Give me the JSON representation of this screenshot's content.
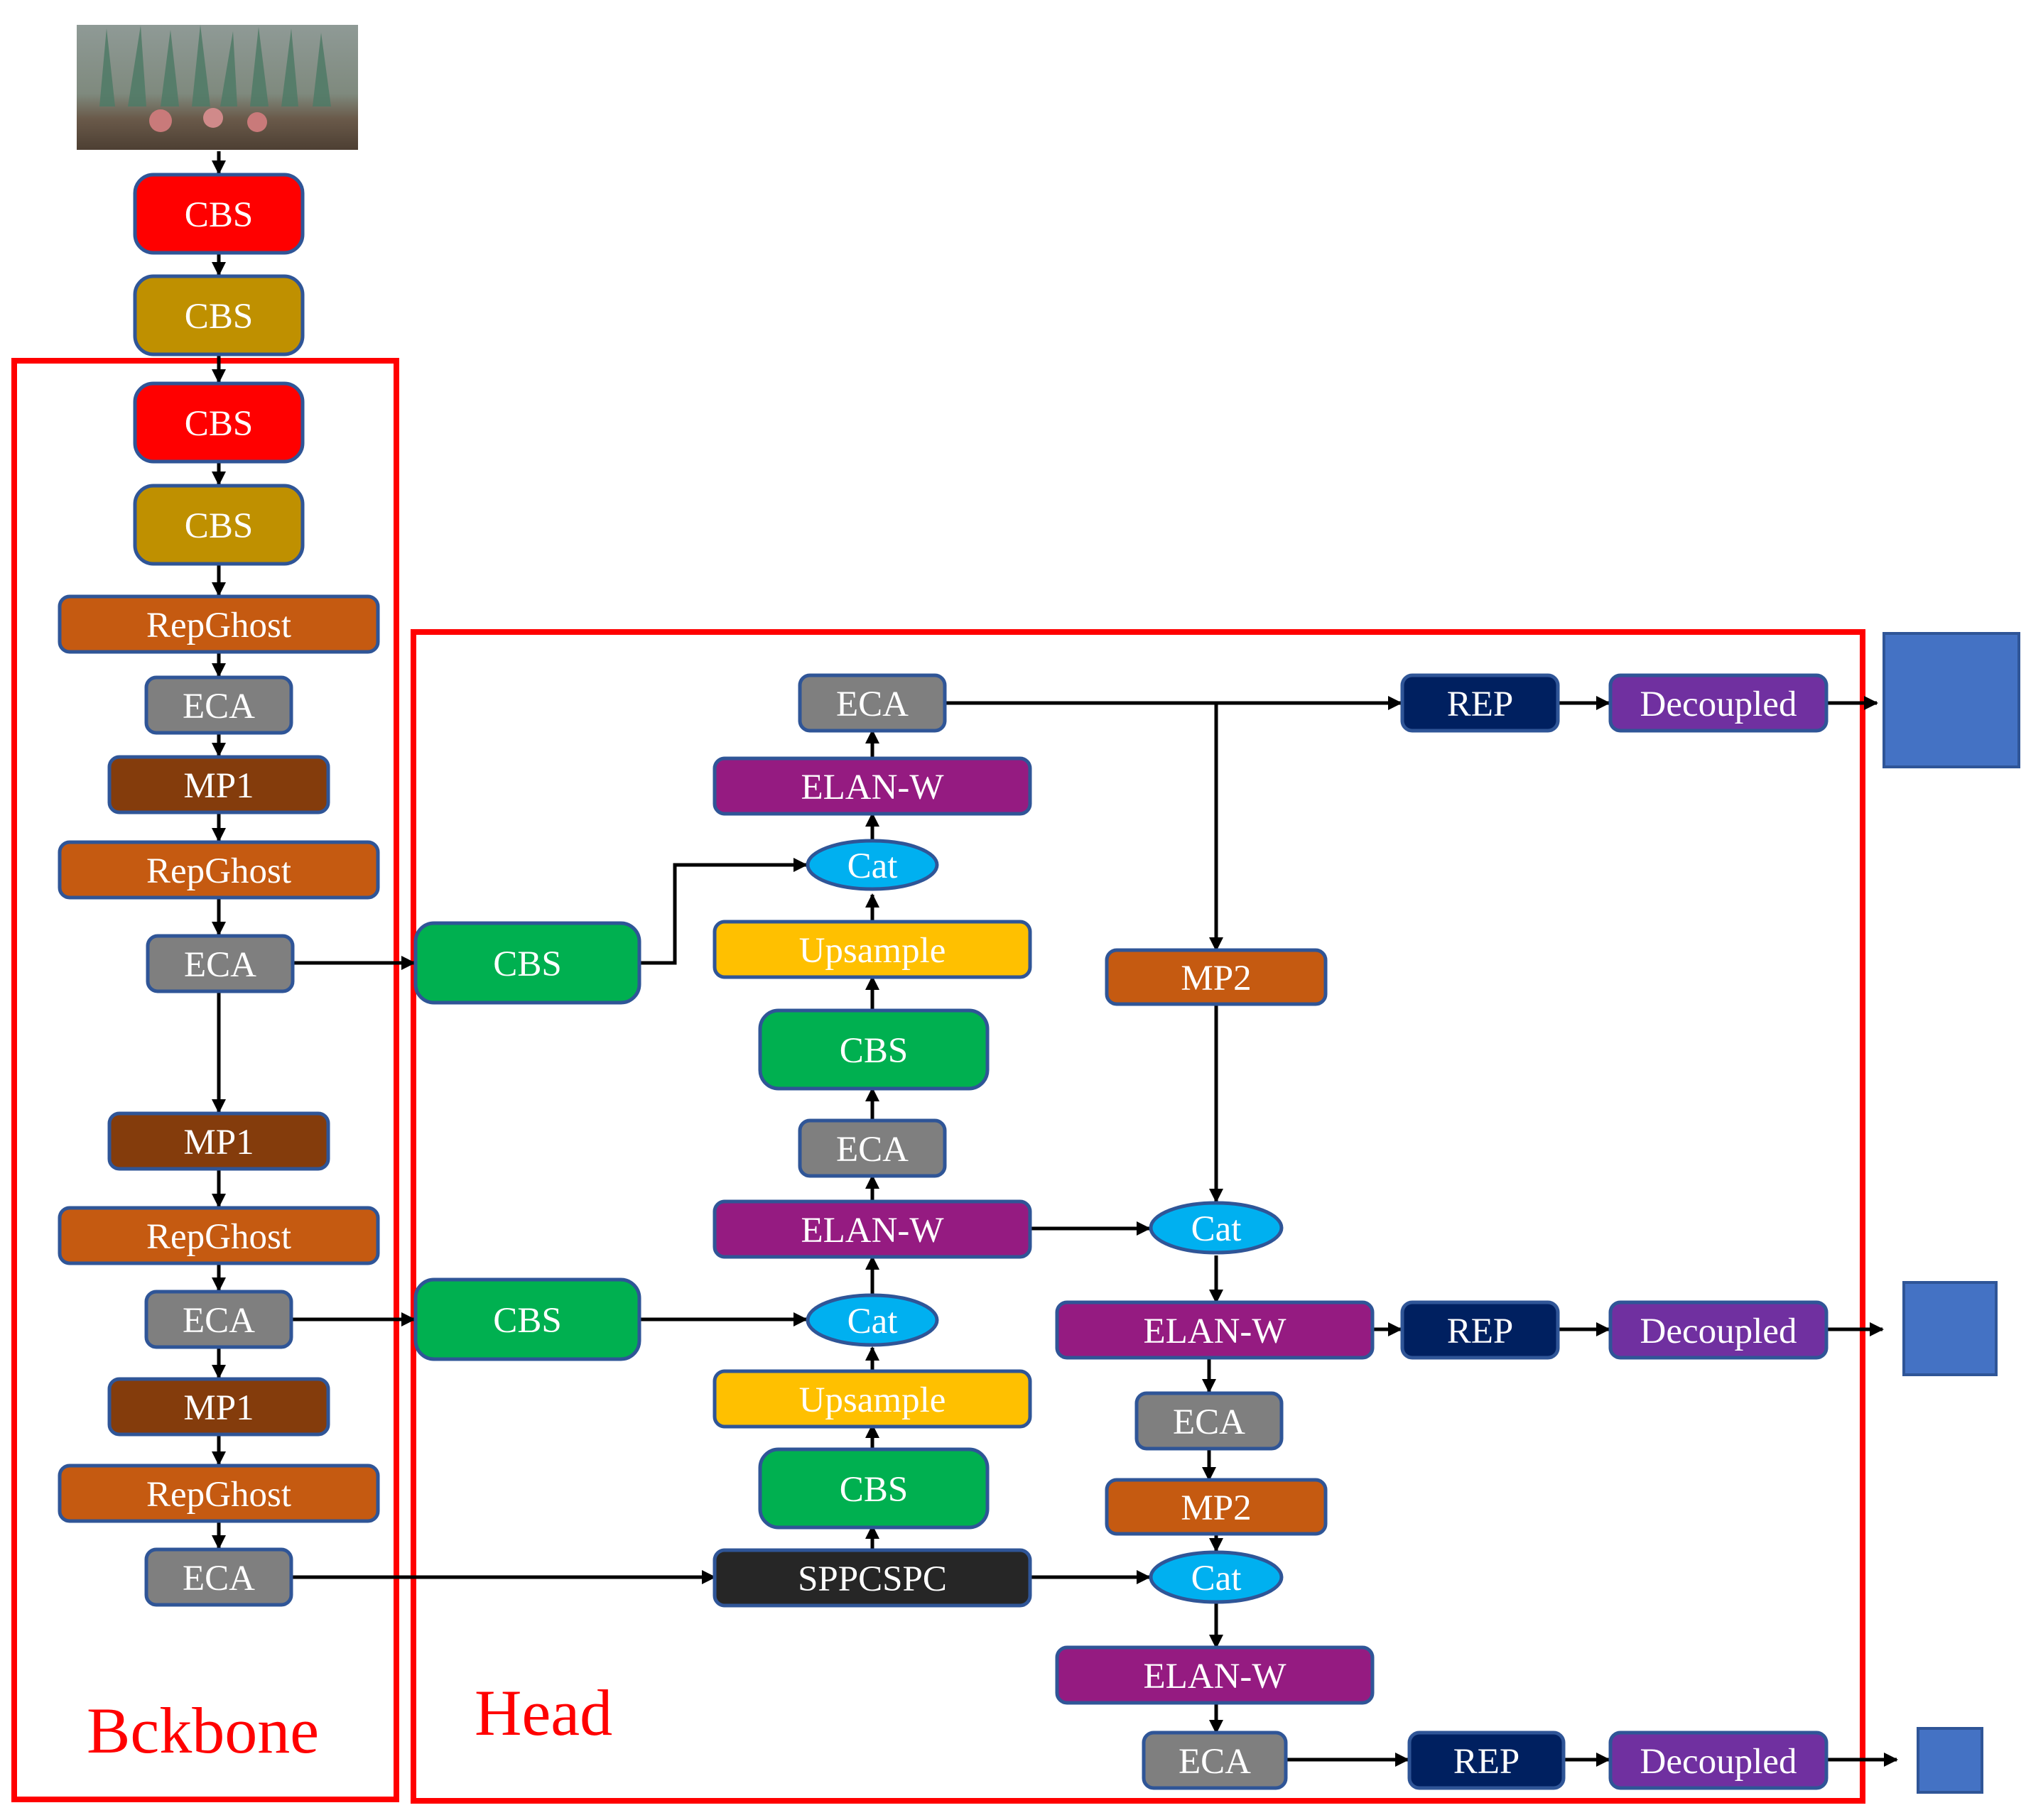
{
  "palette": {
    "cbs_red": "#ff0000",
    "cbs_gold": "#bf9000",
    "repghost": "#c55a11",
    "eca": "#7f7f7f",
    "mp1": "#843c0c",
    "mp2": "#c55a11",
    "cbs_green": "#00b050",
    "elan_w": "#951b81",
    "cat": "#00b0f0",
    "upsample": "#ffc000",
    "sppcspc": "#262626",
    "rep": "#002060",
    "decoupled": "#7030a0",
    "output": "#4472c4",
    "node_border": "#2f5597",
    "region_border": "#ff0000",
    "edge": "#000000"
  },
  "input_image": {
    "icon": "plant-photo-thumbnail"
  },
  "regions": {
    "backbone": {
      "label": "Bckbone"
    },
    "head": {
      "label": "Head"
    }
  },
  "nodes": [
    {
      "id": "stem_cbs1",
      "label": "CBS",
      "type": "cbs_red"
    },
    {
      "id": "stem_cbs2",
      "label": "CBS",
      "type": "cbs_gold"
    },
    {
      "id": "bb_cbs1",
      "label": "CBS",
      "type": "cbs_red"
    },
    {
      "id": "bb_cbs2",
      "label": "CBS",
      "type": "cbs_gold"
    },
    {
      "id": "bb_repghost1",
      "label": "RepGhost",
      "type": "repghost"
    },
    {
      "id": "bb_eca1",
      "label": "ECA",
      "type": "eca"
    },
    {
      "id": "bb_mp1_1",
      "label": "MP1",
      "type": "mp1"
    },
    {
      "id": "bb_repghost2",
      "label": "RepGhost",
      "type": "repghost"
    },
    {
      "id": "bb_eca2",
      "label": "ECA",
      "type": "eca"
    },
    {
      "id": "bb_mp1_2",
      "label": "MP1",
      "type": "mp1"
    },
    {
      "id": "bb_repghost3",
      "label": "RepGhost",
      "type": "repghost"
    },
    {
      "id": "bb_eca3",
      "label": "ECA",
      "type": "eca"
    },
    {
      "id": "bb_mp1_3",
      "label": "MP1",
      "type": "mp1"
    },
    {
      "id": "bb_repghost4",
      "label": "RepGhost",
      "type": "repghost"
    },
    {
      "id": "bb_eca4",
      "label": "ECA",
      "type": "eca"
    },
    {
      "id": "hd_cbs_a",
      "label": "CBS",
      "type": "cbs_green"
    },
    {
      "id": "hd_cbs_b",
      "label": "CBS",
      "type": "cbs_green"
    },
    {
      "id": "hd_eca_top",
      "label": "ECA",
      "type": "eca"
    },
    {
      "id": "hd_elanw_top",
      "label": "ELAN-W",
      "type": "elan_w"
    },
    {
      "id": "hd_cat_top",
      "label": "Cat",
      "type": "cat",
      "shape": "ellipse"
    },
    {
      "id": "hd_upsample_top",
      "label": "Upsample",
      "type": "upsample"
    },
    {
      "id": "hd_cbs_mid",
      "label": "CBS",
      "type": "cbs_green"
    },
    {
      "id": "hd_eca_mid",
      "label": "ECA",
      "type": "eca"
    },
    {
      "id": "hd_elanw_mid",
      "label": "ELAN-W",
      "type": "elan_w"
    },
    {
      "id": "hd_cat_mid",
      "label": "Cat",
      "type": "cat",
      "shape": "ellipse"
    },
    {
      "id": "hd_upsample_low",
      "label": "Upsample",
      "type": "upsample"
    },
    {
      "id": "hd_cbs_low",
      "label": "CBS",
      "type": "cbs_green"
    },
    {
      "id": "hd_sppcspc",
      "label": "SPPCSPC",
      "type": "sppcspc"
    },
    {
      "id": "hd_mp2_top",
      "label": "MP2",
      "type": "mp2"
    },
    {
      "id": "hd_cat_r1",
      "label": "Cat",
      "type": "cat",
      "shape": "ellipse"
    },
    {
      "id": "hd_elanw_r1",
      "label": "ELAN-W",
      "type": "elan_w"
    },
    {
      "id": "hd_eca_r1",
      "label": "ECA",
      "type": "eca"
    },
    {
      "id": "hd_mp2_low",
      "label": "MP2",
      "type": "mp2"
    },
    {
      "id": "hd_cat_r2",
      "label": "Cat",
      "type": "cat",
      "shape": "ellipse"
    },
    {
      "id": "hd_elanw_r2",
      "label": "ELAN-W",
      "type": "elan_w"
    },
    {
      "id": "hd_eca_r2",
      "label": "ECA",
      "type": "eca"
    },
    {
      "id": "rep_top",
      "label": "REP",
      "type": "rep"
    },
    {
      "id": "dec_top",
      "label": "Decoupled",
      "type": "decoupled"
    },
    {
      "id": "rep_mid",
      "label": "REP",
      "type": "rep"
    },
    {
      "id": "dec_mid",
      "label": "Decoupled",
      "type": "decoupled"
    },
    {
      "id": "rep_low",
      "label": "REP",
      "type": "rep"
    },
    {
      "id": "dec_low",
      "label": "Decoupled",
      "type": "decoupled"
    }
  ],
  "outputs": [
    {
      "id": "out_large"
    },
    {
      "id": "out_medium"
    },
    {
      "id": "out_small"
    }
  ],
  "edges": [
    {
      "from": "input_image",
      "to": "stem_cbs1"
    },
    {
      "from": "stem_cbs1",
      "to": "stem_cbs2"
    },
    {
      "from": "stem_cbs2",
      "to": "bb_cbs1"
    },
    {
      "from": "bb_cbs1",
      "to": "bb_cbs2"
    },
    {
      "from": "bb_cbs2",
      "to": "bb_repghost1"
    },
    {
      "from": "bb_repghost1",
      "to": "bb_eca1"
    },
    {
      "from": "bb_eca1",
      "to": "bb_mp1_1"
    },
    {
      "from": "bb_mp1_1",
      "to": "bb_repghost2"
    },
    {
      "from": "bb_repghost2",
      "to": "bb_eca2"
    },
    {
      "from": "bb_eca2",
      "to": "bb_mp1_2"
    },
    {
      "from": "bb_mp1_2",
      "to": "bb_repghost3"
    },
    {
      "from": "bb_repghost3",
      "to": "bb_eca3"
    },
    {
      "from": "bb_eca3",
      "to": "bb_mp1_3"
    },
    {
      "from": "bb_mp1_3",
      "to": "bb_repghost4"
    },
    {
      "from": "bb_repghost4",
      "to": "bb_eca4"
    },
    {
      "from": "bb_eca2",
      "to": "hd_cbs_a"
    },
    {
      "from": "bb_eca3",
      "to": "hd_cbs_b"
    },
    {
      "from": "bb_eca4",
      "to": "hd_sppcspc"
    },
    {
      "from": "hd_sppcspc",
      "to": "hd_cbs_low"
    },
    {
      "from": "hd_cbs_low",
      "to": "hd_upsample_low"
    },
    {
      "from": "hd_upsample_low",
      "to": "hd_cat_mid"
    },
    {
      "from": "hd_cbs_b",
      "to": "hd_cat_mid"
    },
    {
      "from": "hd_cat_mid",
      "to": "hd_elanw_mid"
    },
    {
      "from": "hd_elanw_mid",
      "to": "hd_eca_mid"
    },
    {
      "from": "hd_eca_mid",
      "to": "hd_cbs_mid"
    },
    {
      "from": "hd_cbs_mid",
      "to": "hd_upsample_top"
    },
    {
      "from": "hd_upsample_top",
      "to": "hd_cat_top"
    },
    {
      "from": "hd_cbs_a",
      "to": "hd_cat_top"
    },
    {
      "from": "hd_cat_top",
      "to": "hd_elanw_top"
    },
    {
      "from": "hd_elanw_top",
      "to": "hd_eca_top"
    },
    {
      "from": "hd_eca_top",
      "to": "rep_top"
    },
    {
      "from": "rep_top",
      "to": "dec_top"
    },
    {
      "from": "dec_top",
      "to": "out_large"
    },
    {
      "from": "hd_eca_top",
      "to": "hd_mp2_top"
    },
    {
      "from": "hd_mp2_top",
      "to": "hd_cat_r1"
    },
    {
      "from": "hd_elanw_mid",
      "to": "hd_cat_r1"
    },
    {
      "from": "hd_cat_r1",
      "to": "hd_elanw_r1"
    },
    {
      "from": "hd_elanw_r1",
      "to": "rep_mid"
    },
    {
      "from": "rep_mid",
      "to": "dec_mid"
    },
    {
      "from": "dec_mid",
      "to": "out_medium"
    },
    {
      "from": "hd_elanw_r1",
      "to": "hd_eca_r1"
    },
    {
      "from": "hd_eca_r1",
      "to": "hd_mp2_low"
    },
    {
      "from": "hd_mp2_low",
      "to": "hd_cat_r2"
    },
    {
      "from": "hd_sppcspc",
      "to": "hd_cat_r2"
    },
    {
      "from": "hd_cat_r2",
      "to": "hd_elanw_r2"
    },
    {
      "from": "hd_elanw_r2",
      "to": "hd_eca_r2"
    },
    {
      "from": "hd_eca_r2",
      "to": "rep_low"
    },
    {
      "from": "rep_low",
      "to": "dec_low"
    },
    {
      "from": "dec_low",
      "to": "out_small"
    }
  ]
}
